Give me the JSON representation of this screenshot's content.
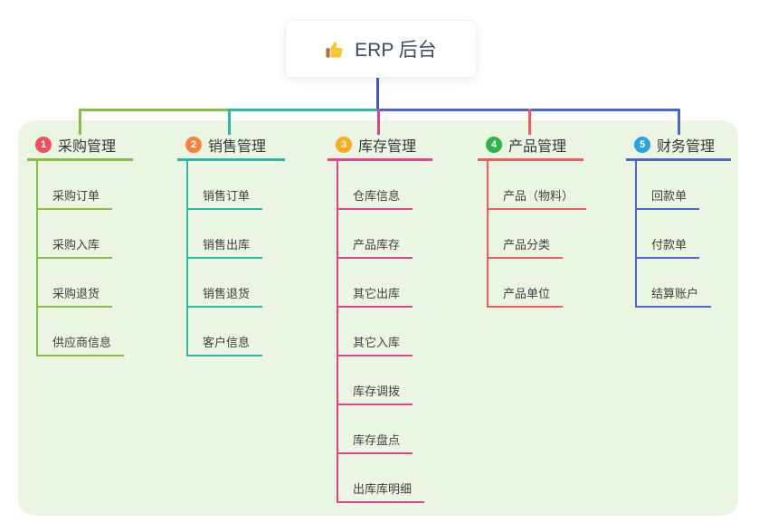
{
  "root": {
    "label": "ERP 后台",
    "icon": "thumbs-up-icon"
  },
  "colors": {
    "panel": "#eaf6e2",
    "root_line": "#4553c6",
    "header_text": "#373737",
    "item_text": "#404040"
  },
  "branches": [
    {
      "badge": "1",
      "label": "采购管理",
      "badge_color": "#ef4f63",
      "line_color": "#86bc49",
      "items": [
        "采购订单",
        "采购入库",
        "采购退货",
        "供应商信息"
      ]
    },
    {
      "badge": "2",
      "label": "销售管理",
      "badge_color": "#f6823e",
      "line_color": "#2bb8ab",
      "items": [
        "销售订单",
        "销售出库",
        "销售退货",
        "客户信息"
      ]
    },
    {
      "badge": "3",
      "label": "库存管理",
      "badge_color": "#fbab1c",
      "line_color": "#e2418e",
      "items": [
        "仓库信息",
        "产品库存",
        "其它出库",
        "其它入库",
        "库存调拨",
        "库存盘点",
        "出库库明细"
      ]
    },
    {
      "badge": "4",
      "label": "产品管理",
      "badge_color": "#2db44d",
      "line_color": "#f15b5b",
      "items": [
        "产品（物料）",
        "产品分类",
        "产品单位"
      ]
    },
    {
      "badge": "5",
      "label": "财务管理",
      "badge_color": "#2ba2dc",
      "line_color": "#4a66cf",
      "items": [
        "回款单",
        "付款单",
        "结算账户"
      ]
    }
  ]
}
